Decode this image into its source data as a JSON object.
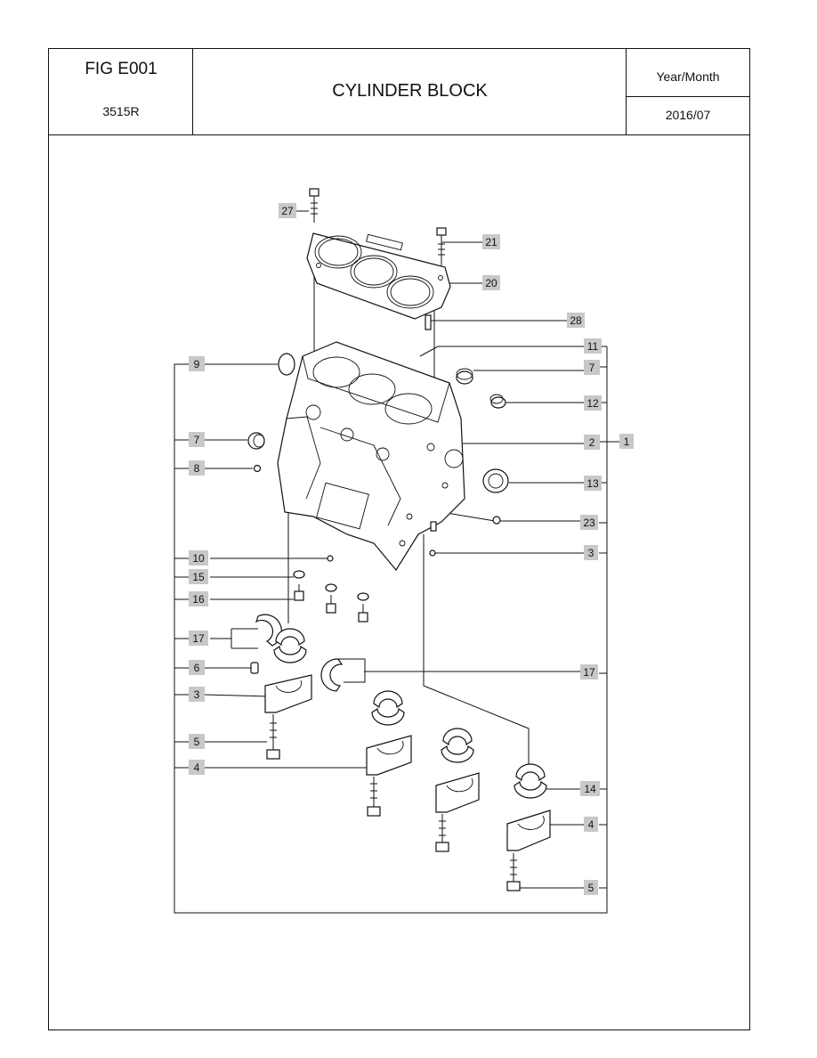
{
  "header": {
    "fig_no": "FIG E001",
    "model": "3515R",
    "title": "CYLINDER BLOCK",
    "year_month_label": "Year/Month",
    "date": "2016/07"
  },
  "callouts": [
    {
      "id": "c27",
      "num": "27"
    },
    {
      "id": "c21",
      "num": "21"
    },
    {
      "id": "c20",
      "num": "20"
    },
    {
      "id": "c28",
      "num": "28"
    },
    {
      "id": "c11",
      "num": "11"
    },
    {
      "id": "c9",
      "num": "9"
    },
    {
      "id": "c7r",
      "num": "7"
    },
    {
      "id": "c12",
      "num": "12"
    },
    {
      "id": "c7l",
      "num": "7"
    },
    {
      "id": "c2",
      "num": "2"
    },
    {
      "id": "c1",
      "num": "1"
    },
    {
      "id": "c8",
      "num": "8"
    },
    {
      "id": "c13",
      "num": "13"
    },
    {
      "id": "c23",
      "num": "23"
    },
    {
      "id": "c10",
      "num": "10"
    },
    {
      "id": "c3r",
      "num": "3"
    },
    {
      "id": "c15",
      "num": "15"
    },
    {
      "id": "c16",
      "num": "16"
    },
    {
      "id": "c17l",
      "num": "17"
    },
    {
      "id": "c6",
      "num": "6"
    },
    {
      "id": "c17r",
      "num": "17"
    },
    {
      "id": "c3l",
      "num": "3"
    },
    {
      "id": "c5l",
      "num": "5"
    },
    {
      "id": "c4l",
      "num": "4"
    },
    {
      "id": "c14",
      "num": "14"
    },
    {
      "id": "c4r",
      "num": "4"
    },
    {
      "id": "c5r",
      "num": "5"
    }
  ]
}
